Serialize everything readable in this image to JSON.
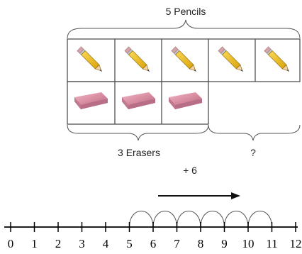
{
  "top_label": "5 Pencils",
  "bottom_left_label": "3 Erasers",
  "bottom_right_label": "?",
  "jump_label": "+ 6",
  "pencil_count": 5,
  "eraser_count": 3,
  "number_line": {
    "start": 0,
    "end": 12,
    "ticks": [
      "0",
      "1",
      "2",
      "3",
      "4",
      "5",
      "6",
      "7",
      "8",
      "9",
      "10",
      "11",
      "12"
    ],
    "jump_start": 5,
    "jump_end": 11,
    "jump_count": 6
  },
  "colors": {
    "pencil_body": "#f2c11f",
    "pencil_tip": "#e9c79b",
    "eraser": "#d88ca0",
    "line": "#000000"
  }
}
